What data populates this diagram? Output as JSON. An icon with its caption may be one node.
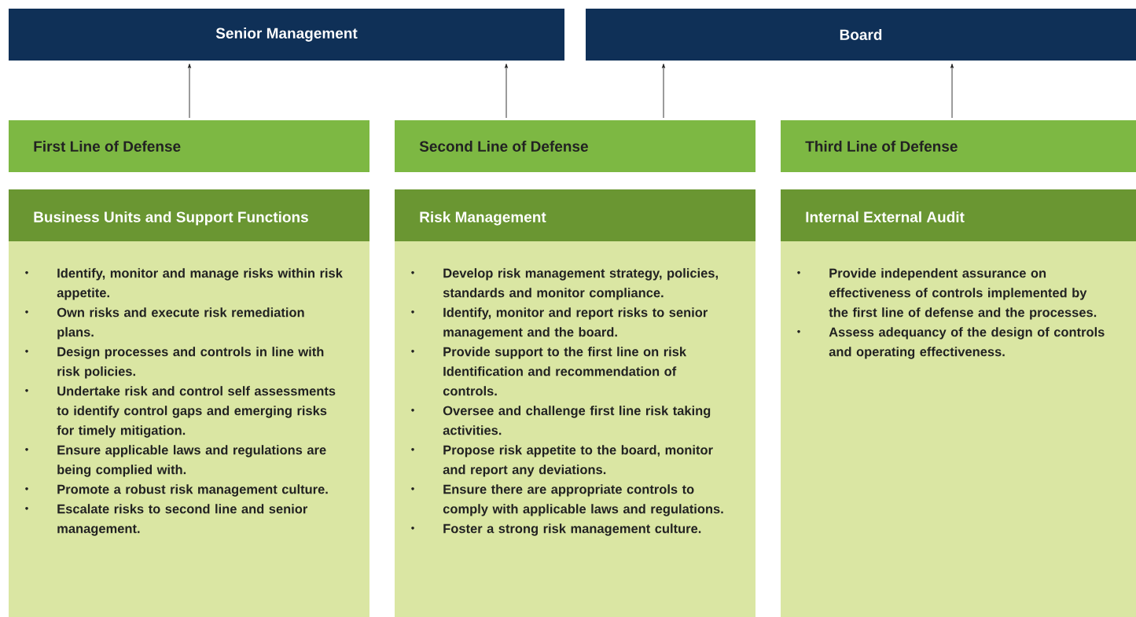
{
  "diagram": {
    "nodes": [
      {
        "text": [
          "Senior Management"
        ]
      },
      {
        "text": [
          "Board"
        ]
      },
      {
        "text": [
          "First Line of Defense"
        ]
      },
      {
        "text": [
          "Second Line of Defense"
        ]
      },
      {
        "text": [
          "Third Line of Defense"
        ]
      },
      {
        "text": [
          "Business Units and Support Functions",
          "Identify, monitor and manage risks within risk appetite.",
          "Own risks and execute risk remediation plans.",
          "Design processes and controls in line with risk policies.",
          "Undertake risk and control self assessments to identify control gaps and emerging risks for timely mitigation.",
          "Ensure applicable laws and regulations are being complied with.",
          "Promote a robust risk management culture.",
          "Escalate risks to second line and senior management."
        ]
      },
      {
        "text": [
          "Risk Management",
          "Develop risk management strategy, policies, standards and monitor compliance.",
          "Identify, monitor and report risks to senior management and the board.",
          "Provide support to the first line on risk Identification and recommendation of controls.",
          "Oversee and challenge first line risk taking activities.",
          "Propose risk appetite to the board, monitor and report any deviations.",
          "Ensure there are appropriate controls to comply with applicable laws and regulations.",
          "Foster a strong risk management culture."
        ]
      },
      {
        "text": [
          "Internal External Audit",
          "Provide independent assurance on effectiveness of controls implemented by the first line of defense and the processes.",
          "Assess adequancy of the design of controls and operating effectiveness."
        ]
      }
    ],
    "edges": [
      {
        "from": 2,
        "to": 0,
        "arrow": "to"
      },
      {
        "from": 3,
        "to": 0,
        "arrow": "to"
      },
      {
        "from": 3,
        "to": 1,
        "arrow": "to"
      },
      {
        "from": 4,
        "to": 1,
        "arrow": "to"
      }
    ]
  }
}
